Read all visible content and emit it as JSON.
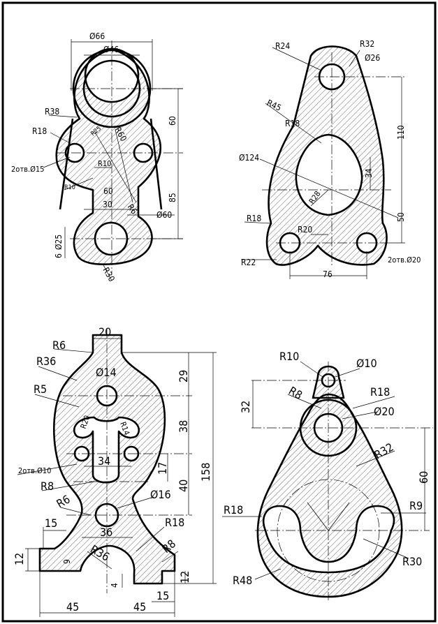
{
  "drawing_1": {
    "labels": [
      "Ø66",
      "Ø46",
      "R38",
      "R18",
      "R25",
      "R60",
      "2отв.Ø15",
      "R10",
      "R10",
      "60",
      "30",
      "R6",
      "Ø60",
      "Ø25",
      "6",
      "R30",
      "60",
      "85"
    ]
  },
  "drawing_2": {
    "labels": [
      "R24",
      "R32",
      "Ø26",
      "R45",
      "R18",
      "Ø124",
      "110",
      "34",
      "R28",
      "50",
      "R18",
      "R20",
      "R22",
      "76",
      "2отв.Ø20"
    ]
  },
  "drawing_3": {
    "labels": [
      "20",
      "R6",
      "R36",
      "Ø14",
      "29",
      "R5",
      "R20",
      "R14",
      "38",
      "2отв.Ø10",
      "34",
      "17",
      "158",
      "40",
      "R8",
      "R6",
      "Ø16",
      "15",
      "36",
      "R18",
      "12",
      "9",
      "R36",
      "R8",
      "4",
      "12",
      "45",
      "45",
      "15"
    ]
  },
  "drawing_4": {
    "labels": [
      "R10",
      "Ø10",
      "R8",
      "32",
      "R18",
      "Ø20",
      "R32",
      "60",
      "R18",
      "R9",
      "R30",
      "R48"
    ]
  }
}
